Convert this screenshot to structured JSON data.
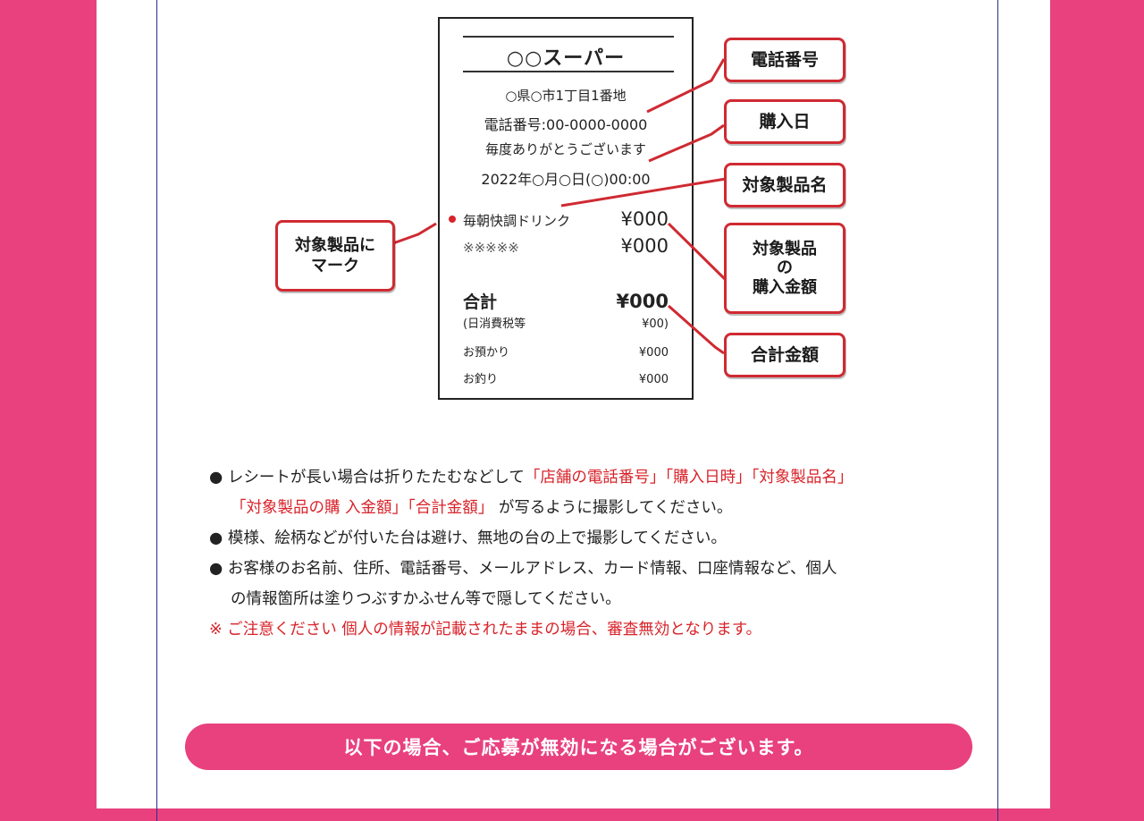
{
  "receipt": {
    "store_name": "○○スーパー",
    "address": "○県○市1丁目1番地",
    "phone": "電話番号:00-0000-0000",
    "thanks": "毎度ありがとうございます",
    "datetime": "2022年○月○日(○)00:00",
    "items": [
      {
        "name": "毎朝快調ドリンク",
        "price": "¥000"
      },
      {
        "name": "※※※※※",
        "price": "¥000"
      }
    ],
    "total_label": "合計",
    "total_value": "¥000",
    "tax_label": "(日消費税等",
    "tax_value": "¥00)",
    "deposit_label": "お預かり",
    "deposit_value": "¥000",
    "change_label": "お釣り",
    "change_value": "¥000"
  },
  "callouts": {
    "phone": "電話番号",
    "purchase_date": "購入日",
    "product_name": "対象製品名",
    "product_amount": "対象製品\nの\n購入金額",
    "total_amount": "合計金額",
    "mark": "対象製品に\nマーク"
  },
  "notes": {
    "bullet": "●",
    "n1_a": "レシートが長い場合は折りたたむなどして",
    "n1_red1": "「店舗の電話番号」「購入日時」「対象製品名」",
    "n1_red2": "「対象製品の購 入金額」「合計金額」",
    "n1_b": "が写るように撮影してください。",
    "n2": "模様、絵柄などが付いた台は避け、無地の台の上で撮影してください。",
    "n3_a": "お客様のお名前、住所、電話番号、メールアドレス、カード情報、口座情報など、個人",
    "n3_b": "の情報箇所は塗りつぶすかふせん等で隠してください。",
    "warning": "※ ご注意ください 個人の情報が記載されたままの場合、審査無効となります。"
  },
  "banner": "以下の場合、ご応募が無効になる場合がございます。",
  "colors": {
    "pink": "#e8417e",
    "red": "#d8232a",
    "callout_border": "#cf2a32"
  }
}
